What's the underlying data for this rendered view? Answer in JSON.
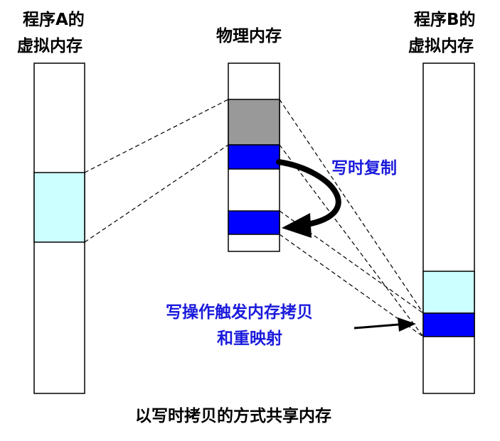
{
  "title": "以写时拷贝的方式共享内存",
  "columns": {
    "program_a": {
      "line1": "程序A的",
      "line2": "虚拟内存"
    },
    "physical": {
      "label": "物理内存"
    },
    "program_b": {
      "line1": "程序B的",
      "line2": "虚拟内存"
    }
  },
  "annotations": {
    "copy_on_write": "写时复制",
    "write_trigger_line1": "写操作触发内存拷贝",
    "write_trigger_line2": "和重映射"
  },
  "colors": {
    "shared_page": "#ccffff",
    "physical_original": "#999999",
    "physical_blue": "#0000ff",
    "annotation_text": "#1a1adc",
    "outline": "#000000"
  }
}
